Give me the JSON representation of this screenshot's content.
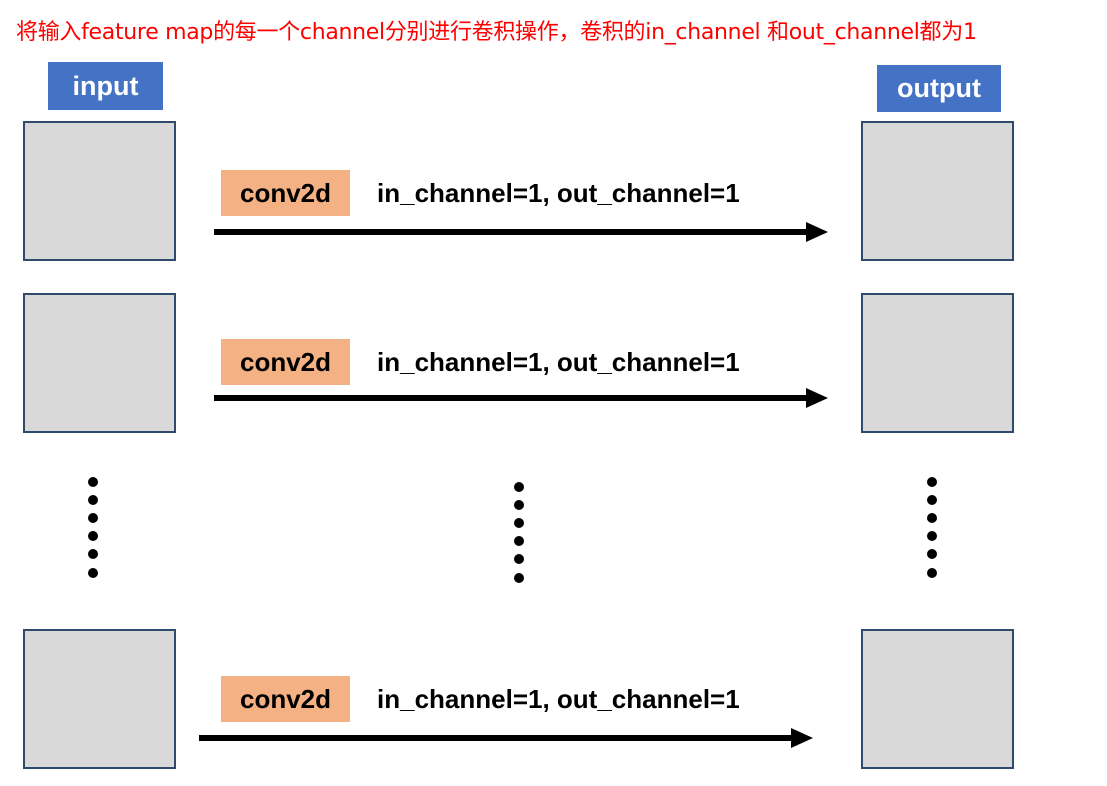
{
  "title": "将输入feature map的每一个channel分别进行卷积操作，卷积的in_channel 和out_channel都为1",
  "input_label": "input",
  "output_label": "output",
  "rows": [
    {
      "op_label": "conv2d",
      "params": "in_channel=1, out_channel=1"
    },
    {
      "op_label": "conv2d",
      "params": "in_channel=1, out_channel=1"
    },
    {
      "op_label": "conv2d",
      "params": "in_channel=1, out_channel=1"
    }
  ],
  "colors": {
    "title": "#ff0000",
    "header_fill": "#4472c4",
    "conv_fill": "#f4b183",
    "feature_map_fill": "#d9d9d9",
    "feature_map_border": "#2f4b6b"
  }
}
